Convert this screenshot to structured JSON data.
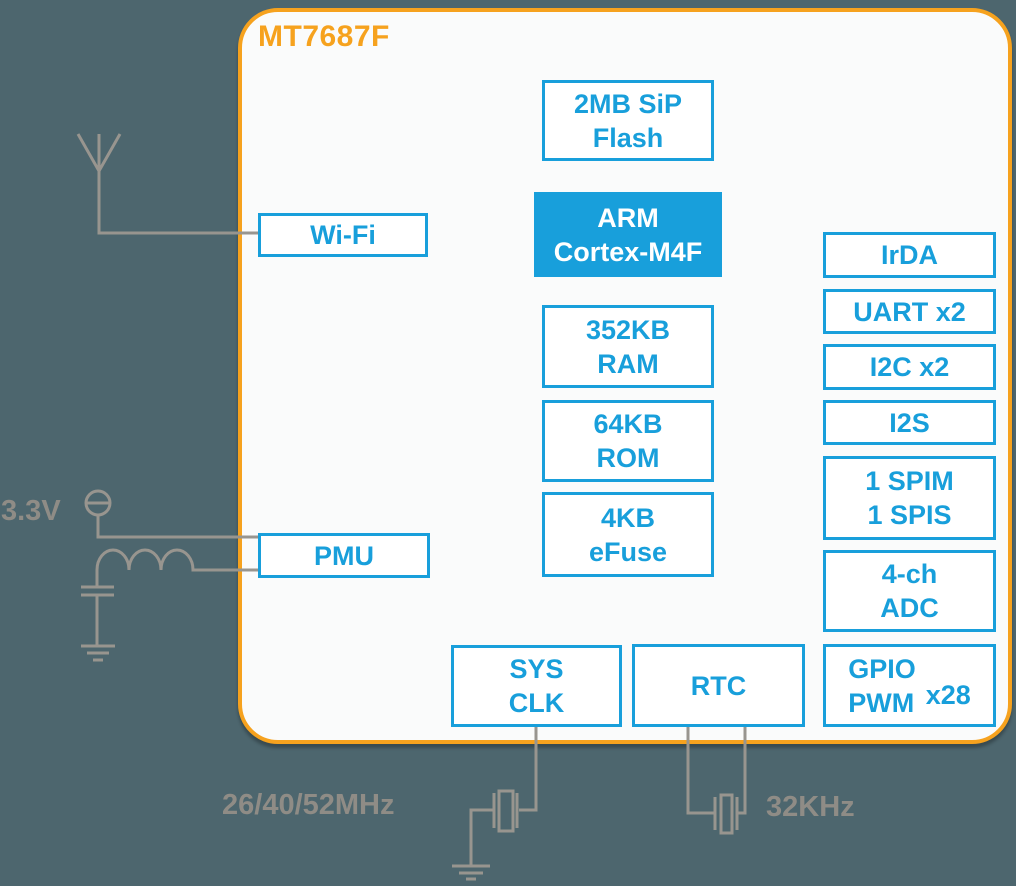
{
  "page": {
    "background_color": "#4d666e",
    "accent_orange": "#f6a21e",
    "accent_blue": "#189fdb",
    "wire_gray": "#98958f",
    "label_gray": "#8f8c86"
  },
  "chip": {
    "title": "MT7687F",
    "blocks": {
      "flash": {
        "lines": [
          "2MB SiP",
          "Flash"
        ]
      },
      "cpu": {
        "lines": [
          "ARM",
          "Cortex-M4F"
        ]
      },
      "ram": {
        "lines": [
          "352KB",
          "RAM"
        ]
      },
      "rom": {
        "lines": [
          "64KB",
          "ROM"
        ]
      },
      "efuse": {
        "lines": [
          "4KB",
          "eFuse"
        ]
      },
      "wifi": {
        "label": "Wi-Fi"
      },
      "pmu": {
        "label": "PMU"
      },
      "sysclk": {
        "lines": [
          "SYS",
          "CLK"
        ]
      },
      "rtc": {
        "label": "RTC"
      },
      "irda": {
        "label": "IrDA"
      },
      "uart": {
        "label": "UART x2"
      },
      "i2c": {
        "label": "I2C x2"
      },
      "i2s": {
        "label": "I2S"
      },
      "spi": {
        "lines": [
          "1 SPIM",
          "1 SPIS"
        ]
      },
      "adc": {
        "lines": [
          "4-ch",
          "ADC"
        ]
      },
      "gpio": {
        "lines": [
          "GPIO",
          "PWM"
        ],
        "badge": "x28"
      }
    }
  },
  "external": {
    "supply_label": "3.3V",
    "sysclk_crystal_label": "26/40/52MHz",
    "rtc_crystal_label": "32KHz",
    "icons": [
      "antenna-icon",
      "power-source-icon",
      "inductor-icon",
      "capacitor-icon",
      "ground-icon",
      "crystal-icon"
    ]
  }
}
